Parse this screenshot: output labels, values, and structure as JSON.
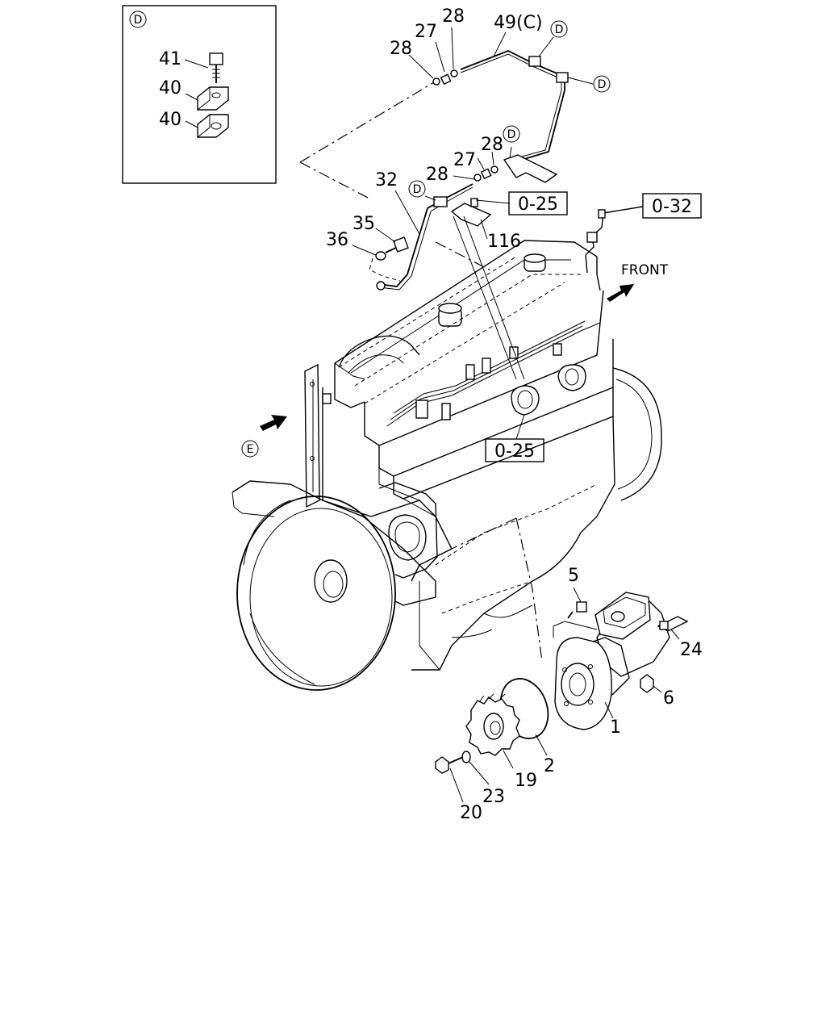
{
  "inset": {
    "badge": "D"
  },
  "callouts": {
    "c41": "41",
    "c40a": "40",
    "c40b": "40",
    "c28a": "28",
    "c27a": "27",
    "c28b": "28",
    "c49": "49(C)",
    "c28c": "28",
    "c27b": "27",
    "c28d": "28",
    "c32": "32",
    "c35": "35",
    "c36": "36",
    "c116": "116",
    "c5": "5",
    "c24": "24",
    "c6": "6",
    "c1": "1",
    "c2": "2",
    "c19": "19",
    "c23": "23",
    "c20": "20"
  },
  "circle_marks": {
    "d1": "D",
    "d2": "D",
    "d3": "D",
    "d4": "D",
    "e": "E"
  },
  "boxed_refs": {
    "ref_025_top": "0-25",
    "ref_032": "0-32",
    "ref_025_mid": "0-25"
  },
  "front_label": "FRONT"
}
